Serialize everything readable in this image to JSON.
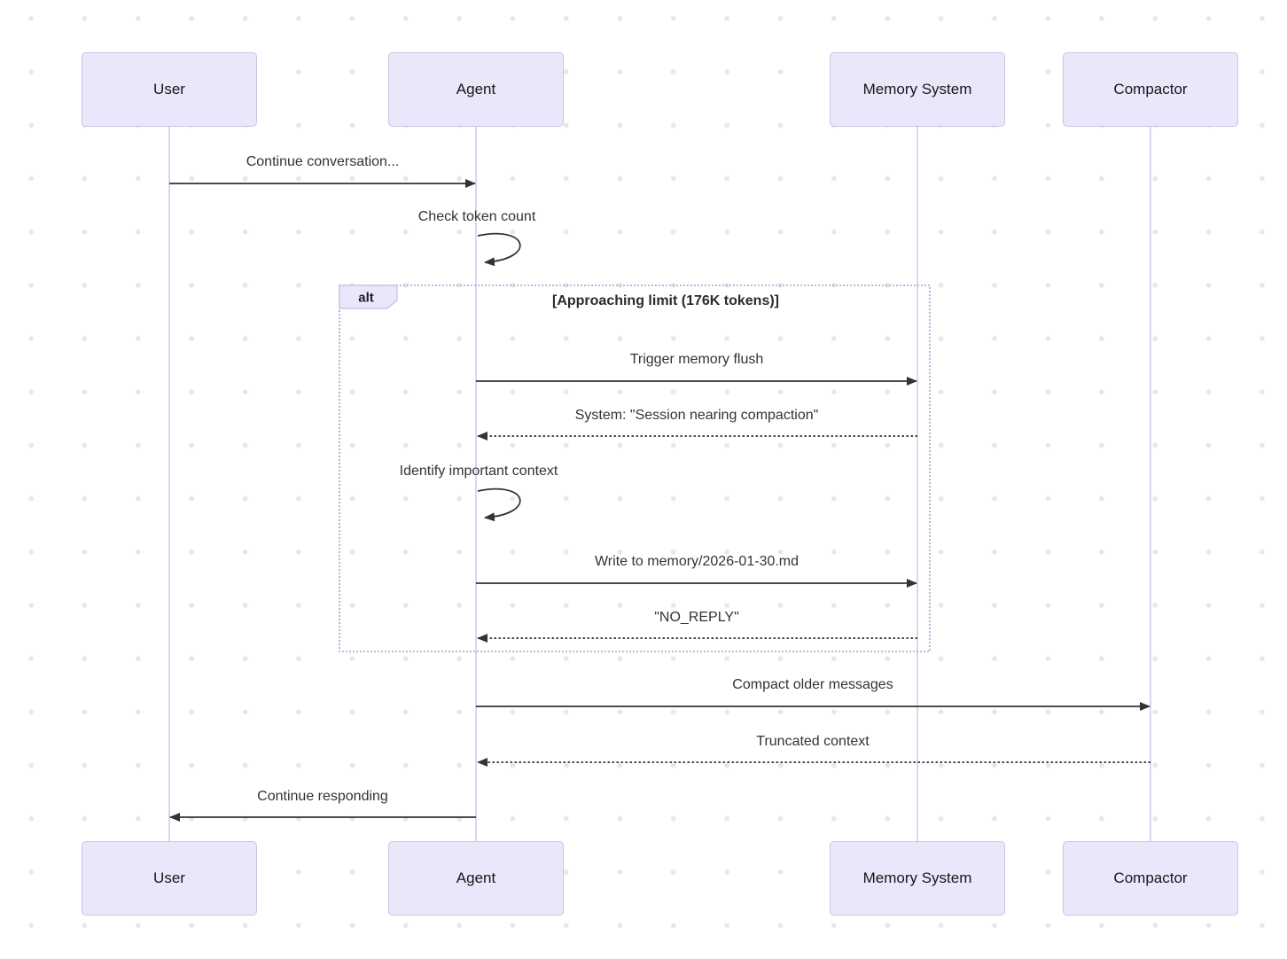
{
  "diagram": {
    "kind": "sequence-diagram",
    "participants": [
      {
        "id": "user",
        "label": "User"
      },
      {
        "id": "agent",
        "label": "Agent"
      },
      {
        "id": "memory",
        "label": "Memory System"
      },
      {
        "id": "compactor",
        "label": "Compactor"
      }
    ],
    "messages": [
      {
        "from": "User",
        "to": "Agent",
        "style": "solid",
        "text": "Continue conversation..."
      },
      {
        "self": "Agent",
        "style": "self",
        "text": "Check token count"
      },
      {
        "from": "Agent",
        "to": "Memory System",
        "style": "solid",
        "text": "Trigger memory flush"
      },
      {
        "from": "Memory System",
        "to": "Agent",
        "style": "dashed",
        "text": "System: \"Session nearing compaction\""
      },
      {
        "self": "Agent",
        "style": "self",
        "text": "Identify important context"
      },
      {
        "from": "Agent",
        "to": "Memory System",
        "style": "solid",
        "text": "Write to memory/2026-01-30.md"
      },
      {
        "from": "Memory System",
        "to": "Agent",
        "style": "dashed",
        "text": "\"NO_REPLY\""
      },
      {
        "from": "Agent",
        "to": "Compactor",
        "style": "solid",
        "text": "Compact older messages"
      },
      {
        "from": "Compactor",
        "to": "Agent",
        "style": "dashed",
        "text": "Truncated context"
      },
      {
        "from": "Agent",
        "to": "User",
        "style": "solid",
        "text": "Continue responding"
      }
    ],
    "alt_block": {
      "label": "alt",
      "condition": "[Approaching limit (176K tokens)]",
      "contains_message_indexes": [
        2,
        3,
        4,
        5,
        6
      ]
    },
    "colors": {
      "participant_fill": "#e9e8fb",
      "participant_border": "#c8c4e9",
      "lifeline": "#d2cbec",
      "arrow": "#333333",
      "message_text": "#333333",
      "alt_border": "#a7a2d4",
      "dot_grid": "#e7e7e9",
      "background": "#ffffff"
    }
  }
}
